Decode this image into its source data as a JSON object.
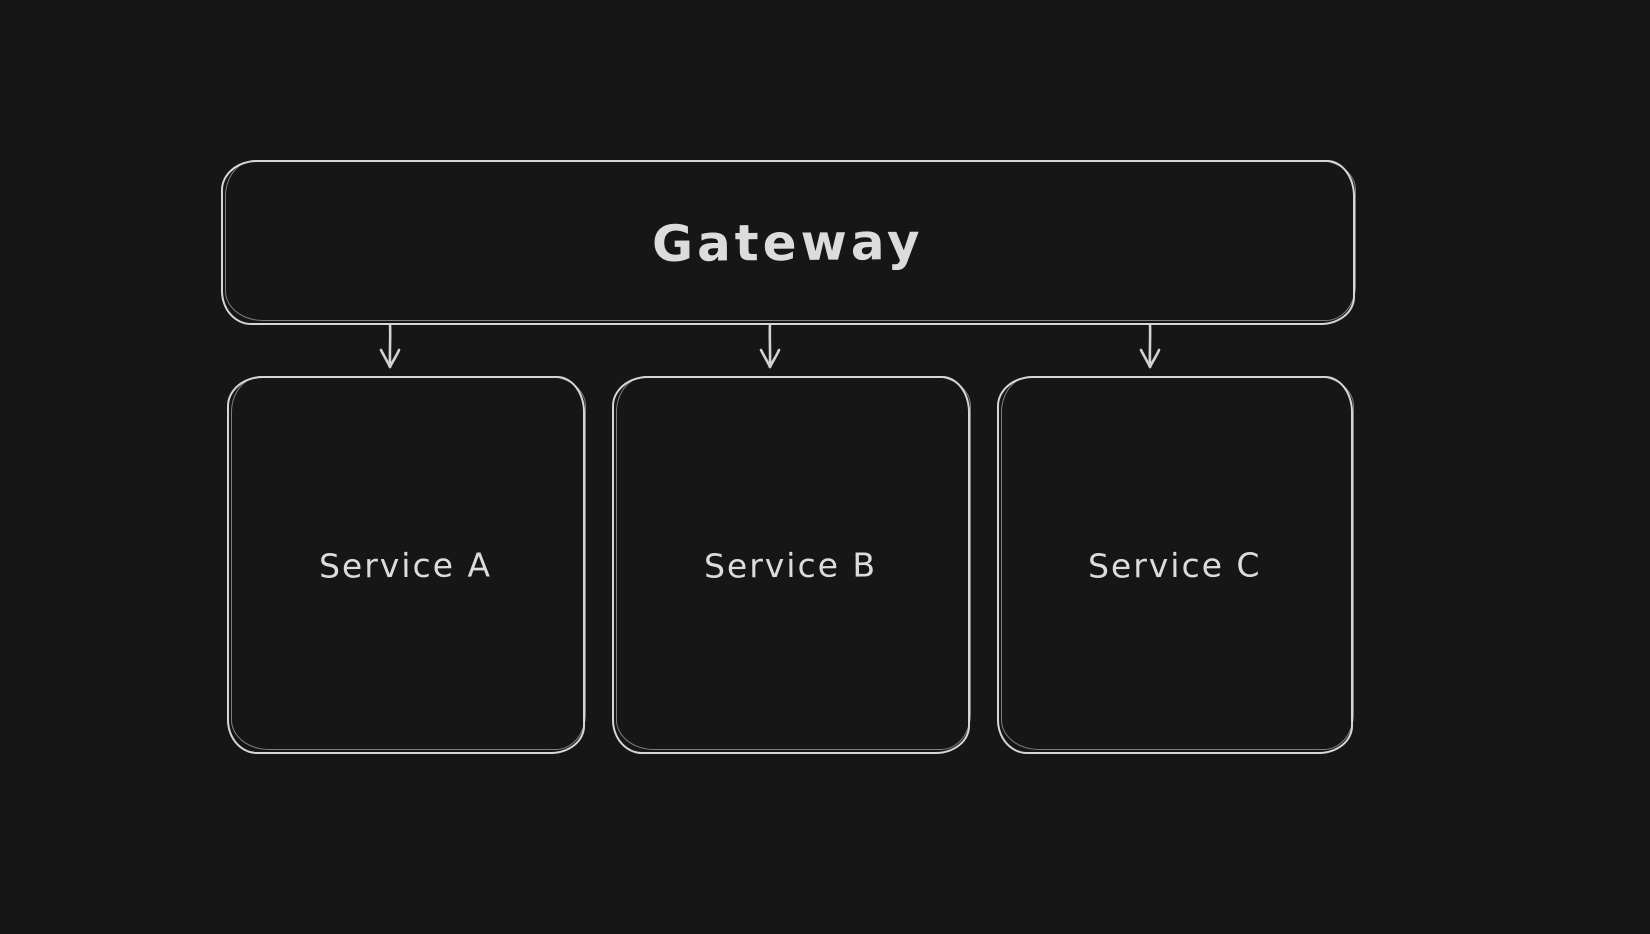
{
  "canvas": {
    "background_color": "#161616",
    "stroke_color": "#d6d6d6",
    "text_color": "#dcdcdc"
  },
  "diagram": {
    "gateway": {
      "label": "Gateway"
    },
    "services": [
      {
        "label": "Service A"
      },
      {
        "label": "Service B"
      },
      {
        "label": "Service C"
      }
    ],
    "connections": [
      {
        "from": "Gateway",
        "to": "Service A",
        "direction": "down"
      },
      {
        "from": "Gateway",
        "to": "Service B",
        "direction": "down"
      },
      {
        "from": "Gateway",
        "to": "Service C",
        "direction": "down"
      }
    ]
  }
}
